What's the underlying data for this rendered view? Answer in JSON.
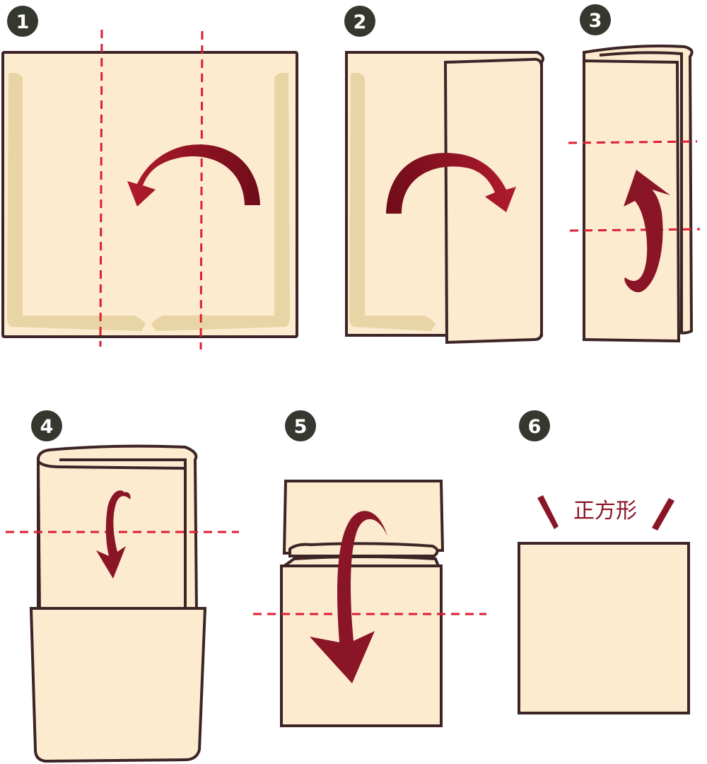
{
  "colors": {
    "paper": "#fdebd0",
    "outline": "#3d2426",
    "border_band": "#e9d4a6",
    "fold_line": "#dc1e33",
    "arrow": "#8a1526",
    "badge": "#35382f"
  },
  "steps": [
    {
      "number": "1",
      "fold_lines": 2,
      "arrow": "fold-left"
    },
    {
      "number": "2",
      "fold_lines": 0,
      "arrow": "fold-right"
    },
    {
      "number": "3",
      "fold_lines": 2,
      "arrow": "fold-up"
    },
    {
      "number": "4",
      "fold_lines": 1,
      "arrow": "fold-down"
    },
    {
      "number": "5",
      "fold_lines": 1,
      "arrow": "fold-down"
    },
    {
      "number": "6",
      "fold_lines": 0,
      "arrow": "none",
      "result_label": "正方形"
    }
  ]
}
